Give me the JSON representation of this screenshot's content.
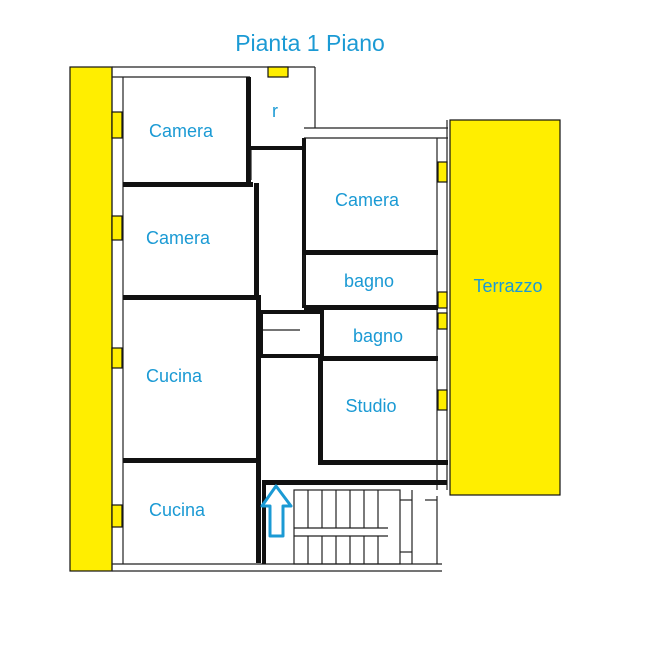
{
  "plan": {
    "title": "Pianta 1 Piano",
    "rooms": {
      "camera_top_left": "Camera",
      "ripostiglio": "r",
      "camera_left": "Camera",
      "camera_right": "Camera",
      "bagno_upper": "bagno",
      "terrazzo": "Terrazzo",
      "bagno_lower": "bagno",
      "cucina_upper": "Cucina",
      "studio": "Studio",
      "cucina_lower": "Cucina"
    },
    "colors": {
      "label": "#1b9ad4",
      "balcony": "#ffee00",
      "wall": "#111111",
      "entrance_arrow": "#1b9ad4"
    },
    "icons": {
      "entrance": "up-arrow-icon"
    }
  }
}
